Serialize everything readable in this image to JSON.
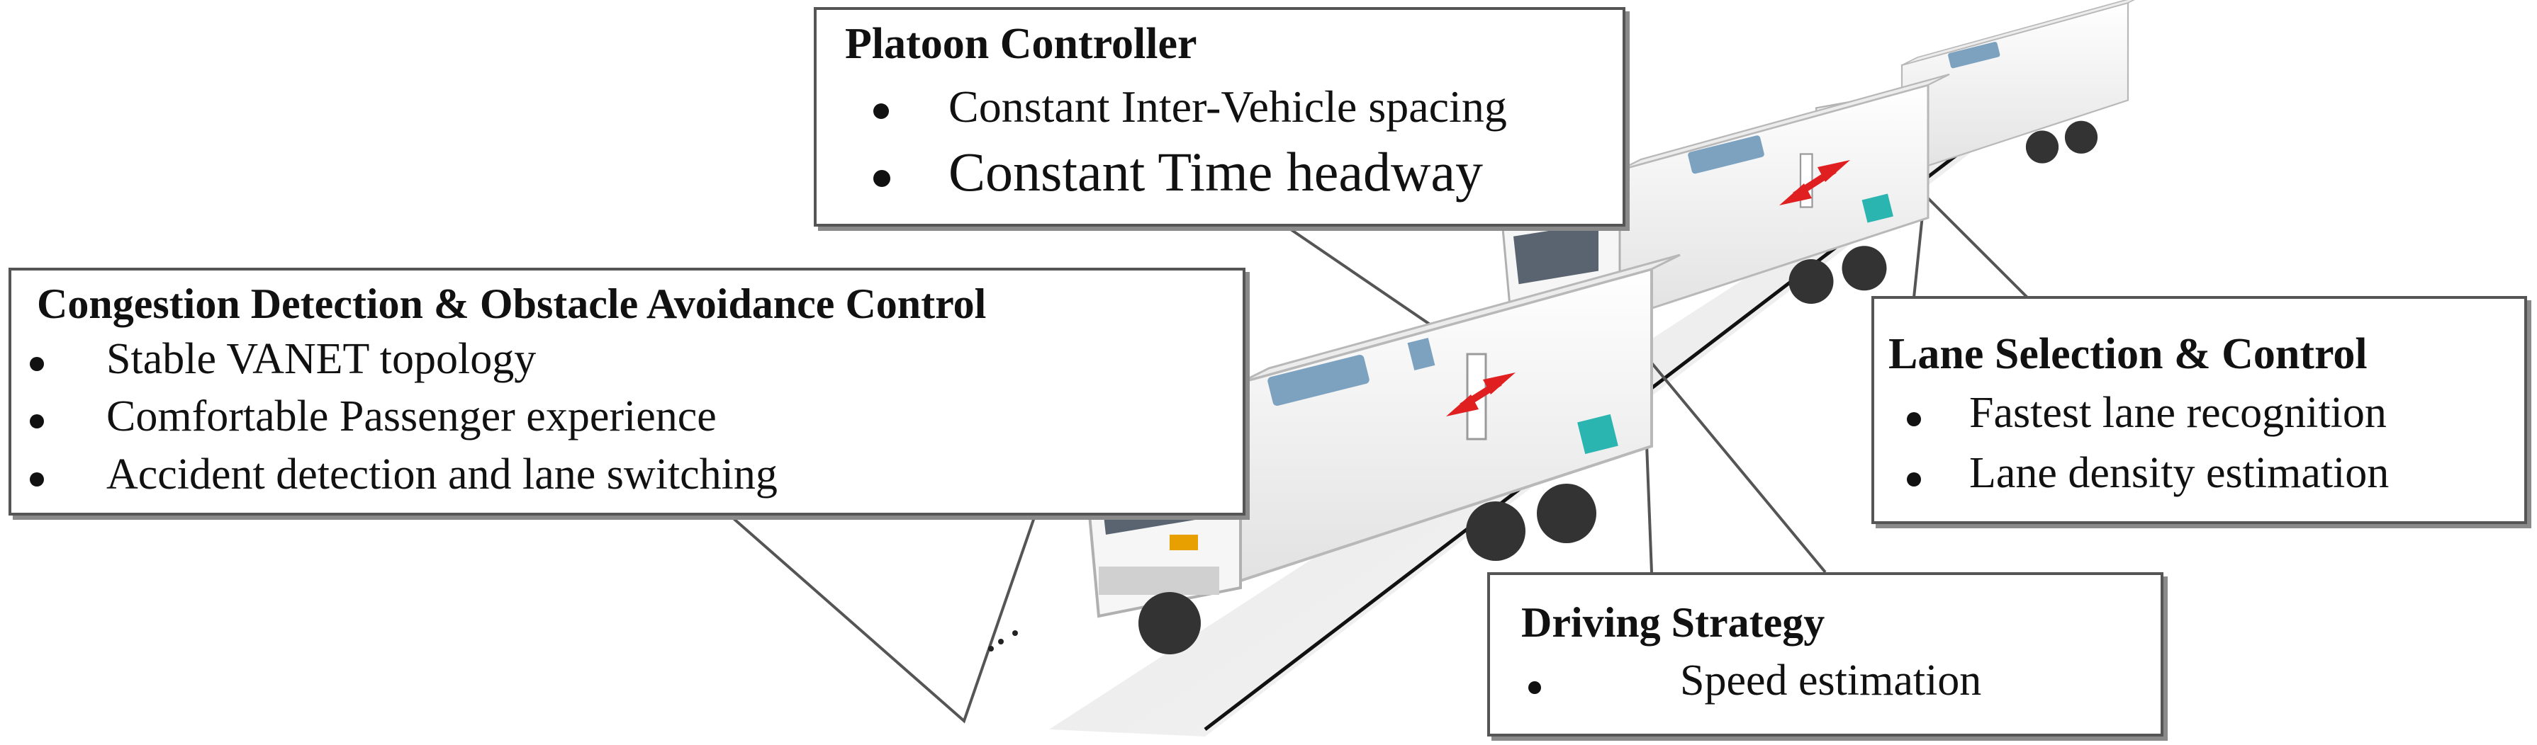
{
  "callouts": {
    "platoon": {
      "title": "Platoon Controller",
      "items": [
        "Constant Inter-Vehicle spacing",
        "Constant Time headway"
      ]
    },
    "congestion": {
      "title": "Congestion Detection & Obstacle Avoidance  Control",
      "items": [
        "Stable VANET topology",
        "Comfortable Passenger experience",
        "Accident detection and lane switching"
      ]
    },
    "lane": {
      "title": "Lane Selection & Control",
      "items": [
        "Fastest lane recognition",
        "Lane density estimation"
      ]
    },
    "driving": {
      "title": "Driving Strategy",
      "items": [
        "Speed estimation"
      ]
    }
  },
  "colors": {
    "road_edge": "#111111",
    "truck_body": "#f3f3f3",
    "truck_outline": "#b8b8b8",
    "spacing_arrow": "#e02020",
    "roof_unit": "#7da2c0",
    "side_unit": "#2bb5b0",
    "callout_border": "#555555",
    "callout_shadow": "#8a8a8a"
  },
  "icons": {
    "trucks": "truck-icon",
    "spacing": "double-arrow-icon"
  }
}
